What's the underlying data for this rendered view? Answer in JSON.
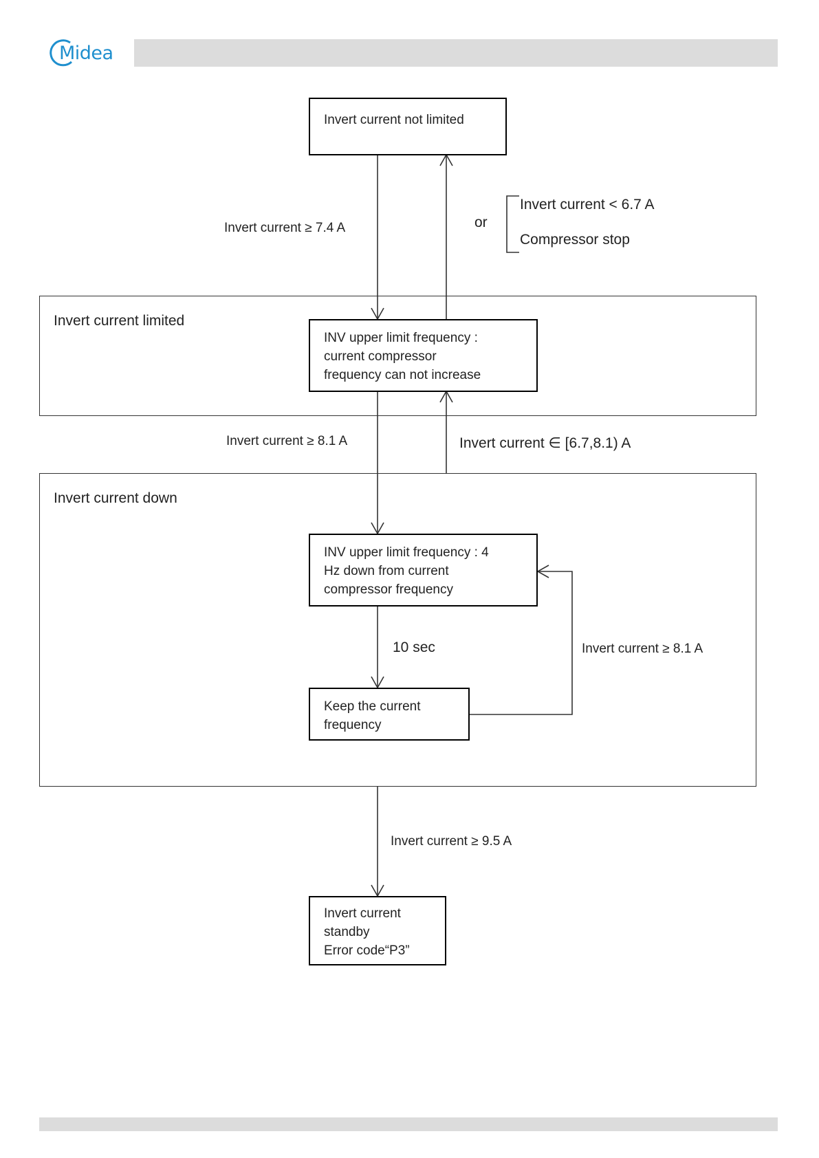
{
  "header": {
    "logo_text": "Midea",
    "brand_color": "#1f8fce"
  },
  "diagram": {
    "regions": {
      "limited_label": "Invert current limited",
      "down_label": "Invert current down"
    },
    "boxes": {
      "not_limited": "Invert current not limited",
      "limited": "INV upper limit frequency :\ncurrent compressor\nfrequency can not increase",
      "down": "INV upper limit frequency : 4\nHz down from current\ncompressor frequency",
      "keep": "Keep the current\nfrequency",
      "standby": "Invert current\nstandby\nError code“P3”"
    },
    "edge_labels": {
      "ge_7_4": "Invert current ≥ 7.4 A",
      "or": "or",
      "lt_6_7": "Invert current < 6.7 A",
      "compressor_stop": "Compressor stop",
      "ge_8_1_a": "Invert current ≥ 8.1 A",
      "range": "Invert current ∈ [6.7,8.1) A",
      "ten_sec": "10 sec",
      "ge_8_1_b": "Invert current ≥ 8.1 A",
      "ge_9_5": "Invert current ≥ 9.5 A"
    }
  }
}
